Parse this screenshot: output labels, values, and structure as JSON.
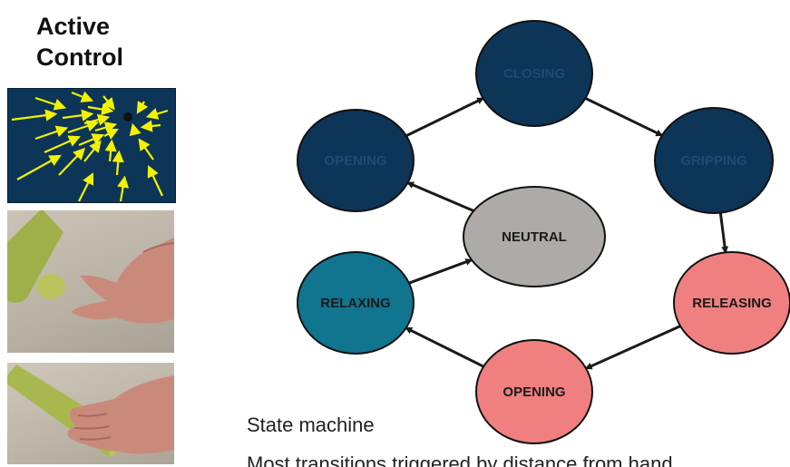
{
  "heading": {
    "line1": "Active",
    "line2": "Control"
  },
  "caption": "State machine",
  "cut_text": "Most transitions triggered by distance from hand",
  "nodes": [
    {
      "id": "closing",
      "label": "CLOSING",
      "fill": "#0d3558",
      "text": "#1e4b74"
    },
    {
      "id": "gripping",
      "label": "GRIPPING",
      "fill": "#0d3558",
      "text": "#1e4b74"
    },
    {
      "id": "releasing",
      "label": "RELEASING",
      "fill": "#f08080",
      "text": "#1a1a1a"
    },
    {
      "id": "opening2",
      "label": "OPENING",
      "fill": "#f08080",
      "text": "#1a1a1a"
    },
    {
      "id": "relaxing",
      "label": "RELAXING",
      "fill": "#117590",
      "text": "#1a1a1a"
    },
    {
      "id": "neutral",
      "label": "NEUTRAL",
      "fill": "#aeaaa7",
      "text": "#1a1a1a"
    },
    {
      "id": "opening1",
      "label": "OPENING",
      "fill": "#0d3558",
      "text": "#1e4b74"
    }
  ],
  "edges": [
    {
      "from": "opening1",
      "to": "closing"
    },
    {
      "from": "closing",
      "to": "gripping"
    },
    {
      "from": "gripping",
      "to": "releasing"
    },
    {
      "from": "releasing",
      "to": "opening2"
    },
    {
      "from": "opening2",
      "to": "relaxing"
    },
    {
      "from": "relaxing",
      "to": "neutral"
    },
    {
      "from": "neutral",
      "to": "opening1"
    }
  ],
  "colors": {
    "arrow": "#1a1a1a",
    "stroke": "#111111",
    "field_arrow": "#f2f200"
  },
  "images": [
    "active-control-vector-field",
    "hand-approaching-rod",
    "hand-gripping-rod"
  ]
}
